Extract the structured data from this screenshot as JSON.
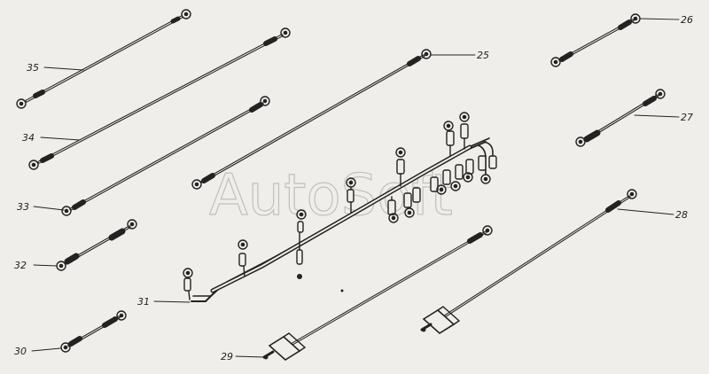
{
  "diagram": {
    "watermark": "AutoSoft",
    "parts": [
      {
        "id": "p35",
        "label": "35"
      },
      {
        "id": "p34",
        "label": "34"
      },
      {
        "id": "p33",
        "label": "33"
      },
      {
        "id": "p32",
        "label": "32"
      },
      {
        "id": "p30",
        "label": "30"
      },
      {
        "id": "p31",
        "label": "31"
      },
      {
        "id": "p29",
        "label": "29"
      },
      {
        "id": "p28",
        "label": "28"
      },
      {
        "id": "p25",
        "label": "25"
      },
      {
        "id": "p26",
        "label": "26"
      },
      {
        "id": "p27",
        "label": "27"
      }
    ]
  },
  "colors": {
    "ink": "#222222",
    "background": "#efeeea",
    "watermark": "#9a9a9a"
  }
}
